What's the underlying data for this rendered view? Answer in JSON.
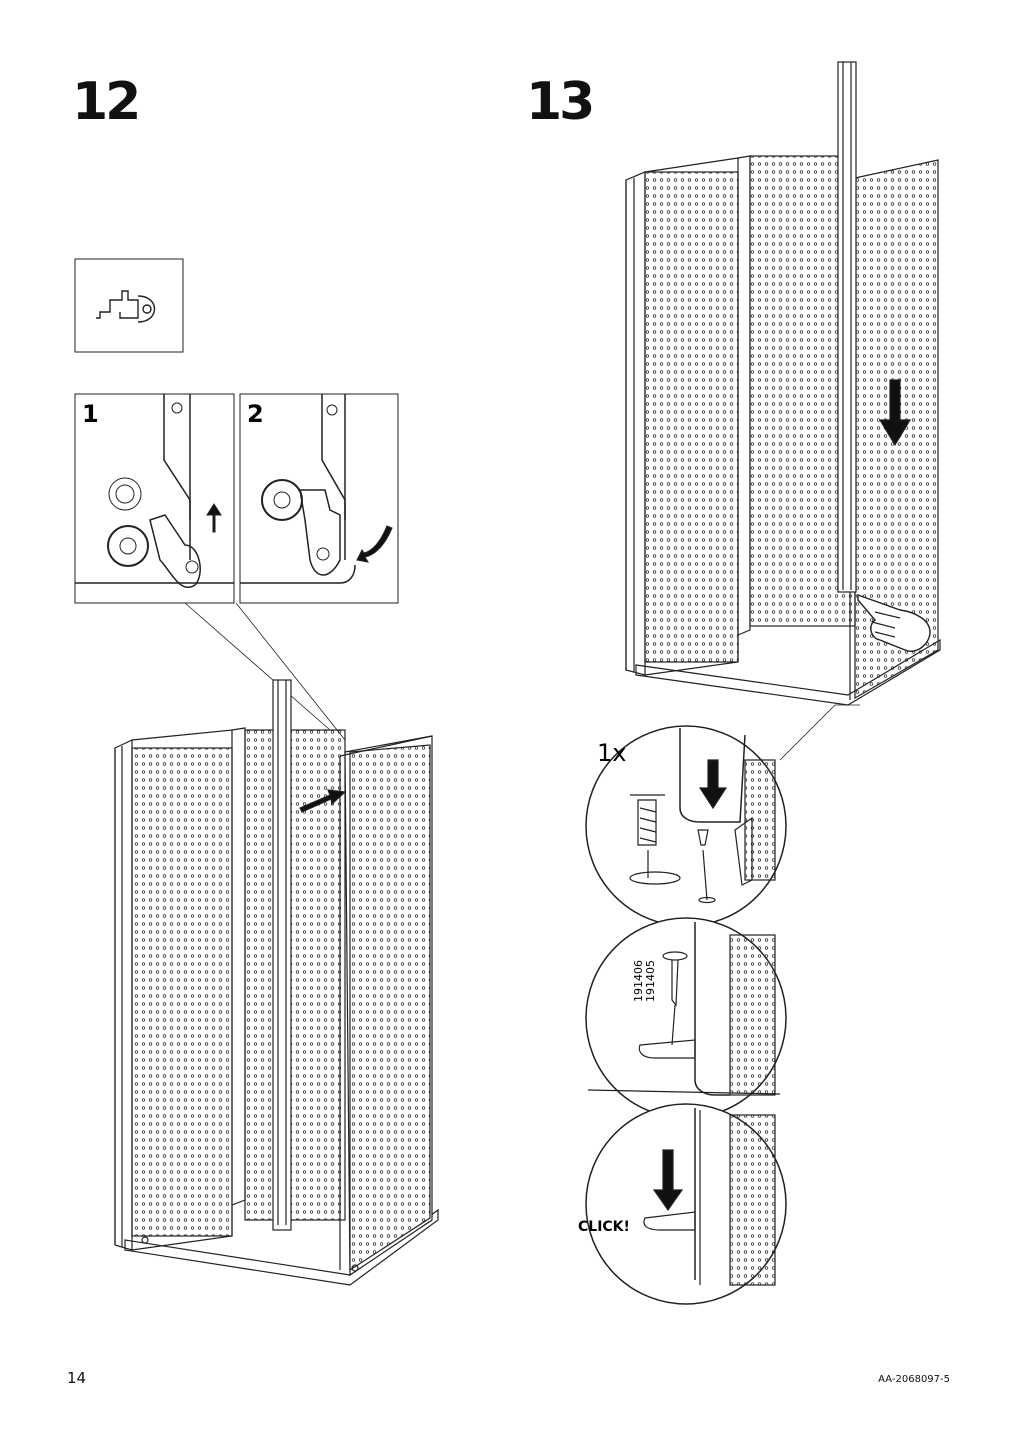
{
  "steps": [
    {
      "number": "12",
      "substeps": [
        "1",
        "2"
      ]
    },
    {
      "number": "13",
      "quantity": "1x",
      "part_numbers": [
        "191406",
        "191405"
      ],
      "click_label": "CLICK!"
    }
  ],
  "footer": {
    "page_number": "14",
    "document_code": "AA-2068097-5"
  },
  "icons": [
    "connector-clip-icon",
    "up-arrow-icon",
    "curved-arrow-icon",
    "down-arrow-icon",
    "pointing-hand-icon"
  ]
}
